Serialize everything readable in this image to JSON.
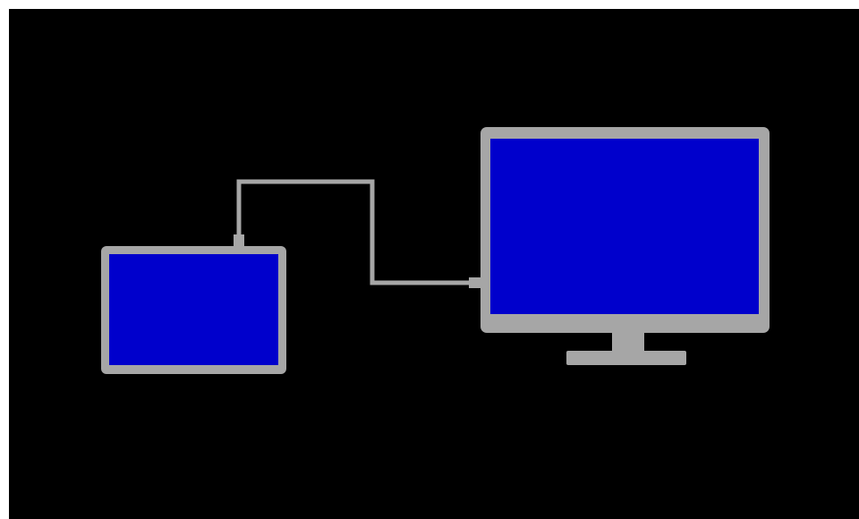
{
  "colors": {
    "page_background": "#ffffff",
    "panel_background": "#000000",
    "device_frame": "#a6a6a6",
    "screen_fill": "#0000cc",
    "cable": "#a6a6a6"
  },
  "devices": [
    {
      "id": "tablet",
      "icon": "tablet-icon"
    },
    {
      "id": "monitor",
      "icon": "monitor-icon"
    }
  ],
  "connections": [
    {
      "from": "tablet",
      "to": "monitor",
      "icon": "cable-icon"
    }
  ]
}
